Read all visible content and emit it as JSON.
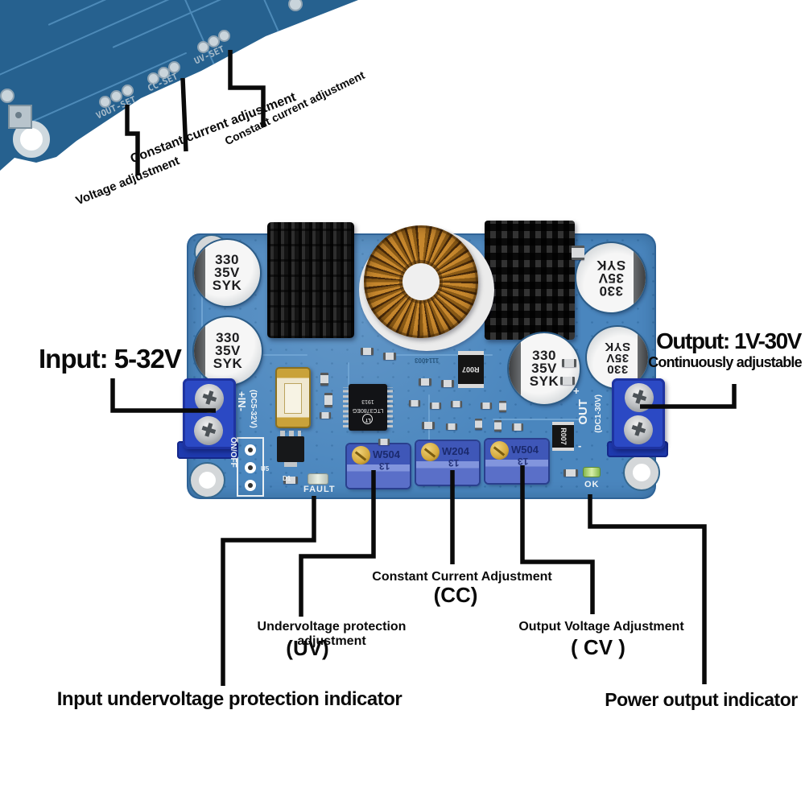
{
  "annotations": {
    "top": {
      "voltage": "Voltage adjustment",
      "cc1": "Constant current adjustment",
      "cc2": "Constant current adjustment"
    },
    "input": {
      "title": "Input: 5-32V"
    },
    "output": {
      "title": "Output: 1V-30V",
      "subtitle": "Continuously adjustable"
    },
    "uv": {
      "label": "Undervoltage protection adjustment",
      "abbr": "(UV)"
    },
    "cc": {
      "label": "Constant Current Adjustment",
      "abbr": "(CC)"
    },
    "cv": {
      "label": "Output Voltage Adjustment",
      "abbr": "( CV )"
    },
    "indicator_left": "Input undervoltage protection indicator",
    "indicator_right": "Power output indicator"
  },
  "pcb_back": {
    "vout_set": "VOUT-SET",
    "cc_set": "CC-SET",
    "uv_set": "UV-SET"
  },
  "board": {
    "silkscreen": {
      "in": "+IN-",
      "in_range": "(DC5-32V)",
      "on_off": "ON/OFF",
      "out_plus": "+",
      "out": "OUT",
      "out_minus": "-",
      "out_range": "(DC1-30V)",
      "fault": "FAULT",
      "ok": "OK",
      "u5": "U5",
      "d1": "D1",
      "code": "1114003"
    },
    "capacitor": {
      "lines": [
        "330",
        "35V",
        "SYK"
      ]
    },
    "ic": {
      "logo": "LT",
      "part": "LTC3780EG",
      "date": "1913"
    },
    "shunt": "R007",
    "pots": [
      {
        "label": "W504",
        "code": "13"
      },
      {
        "label": "W204",
        "code": "13"
      },
      {
        "label": "W504",
        "code": "13"
      }
    ]
  },
  "colors": {
    "pcb_front": "#4a86be",
    "pcb_back": "#26618f",
    "terminal_blue": "#2b49c4",
    "annotation": "#0a0a0a",
    "copper": "#c6872d"
  }
}
